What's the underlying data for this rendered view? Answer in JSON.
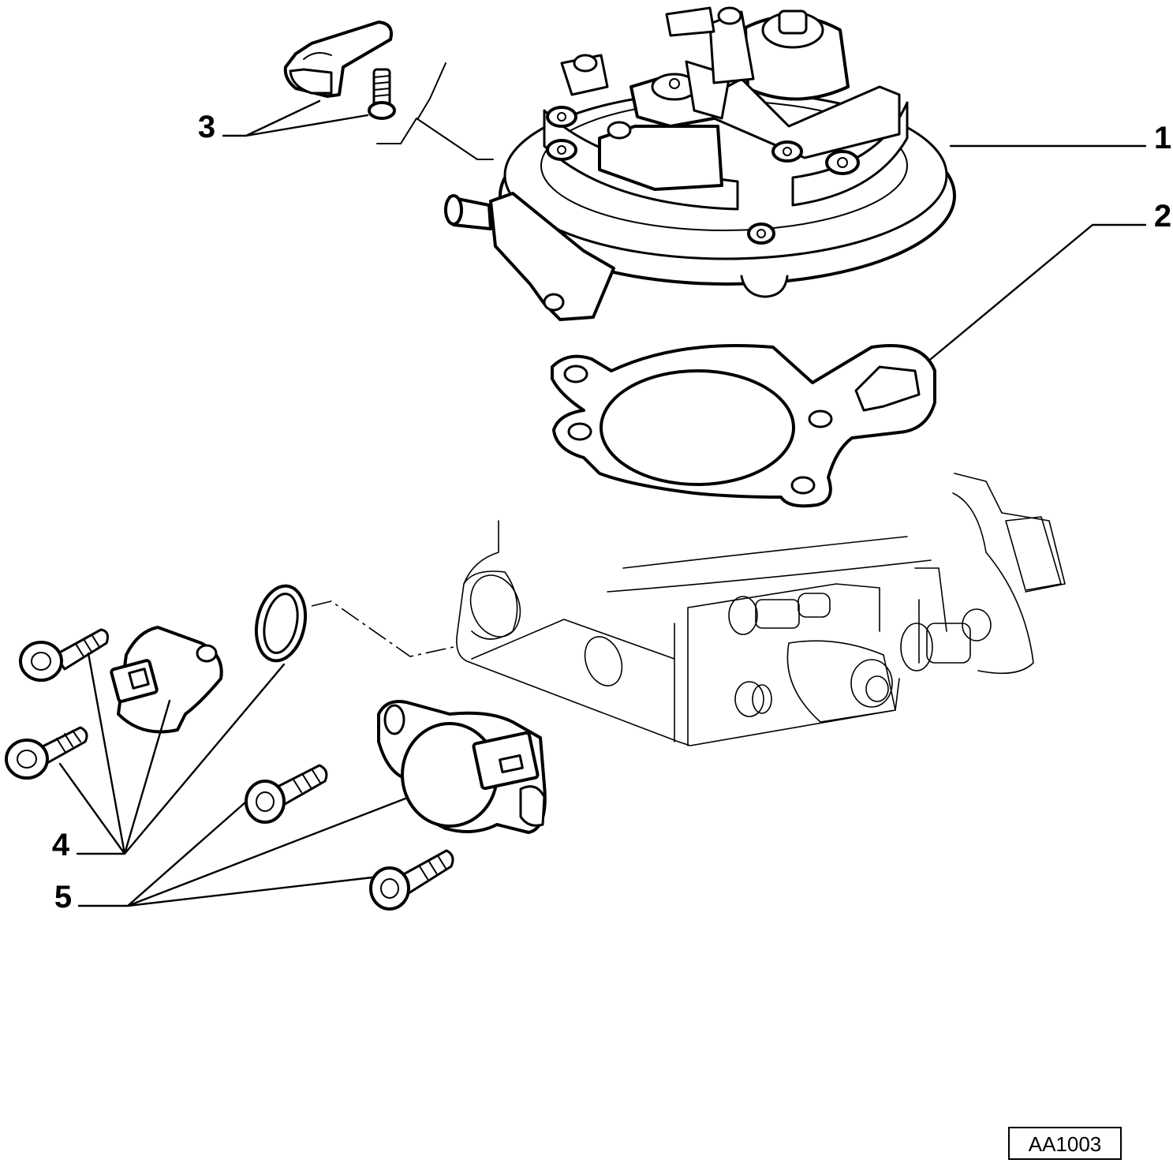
{
  "callouts": [
    {
      "id": "1",
      "label": "1"
    },
    {
      "id": "2",
      "label": "2"
    },
    {
      "id": "3",
      "label": "3"
    },
    {
      "id": "4",
      "label": "4"
    },
    {
      "id": "5",
      "label": "5"
    }
  ],
  "reference_code": "AA1003"
}
